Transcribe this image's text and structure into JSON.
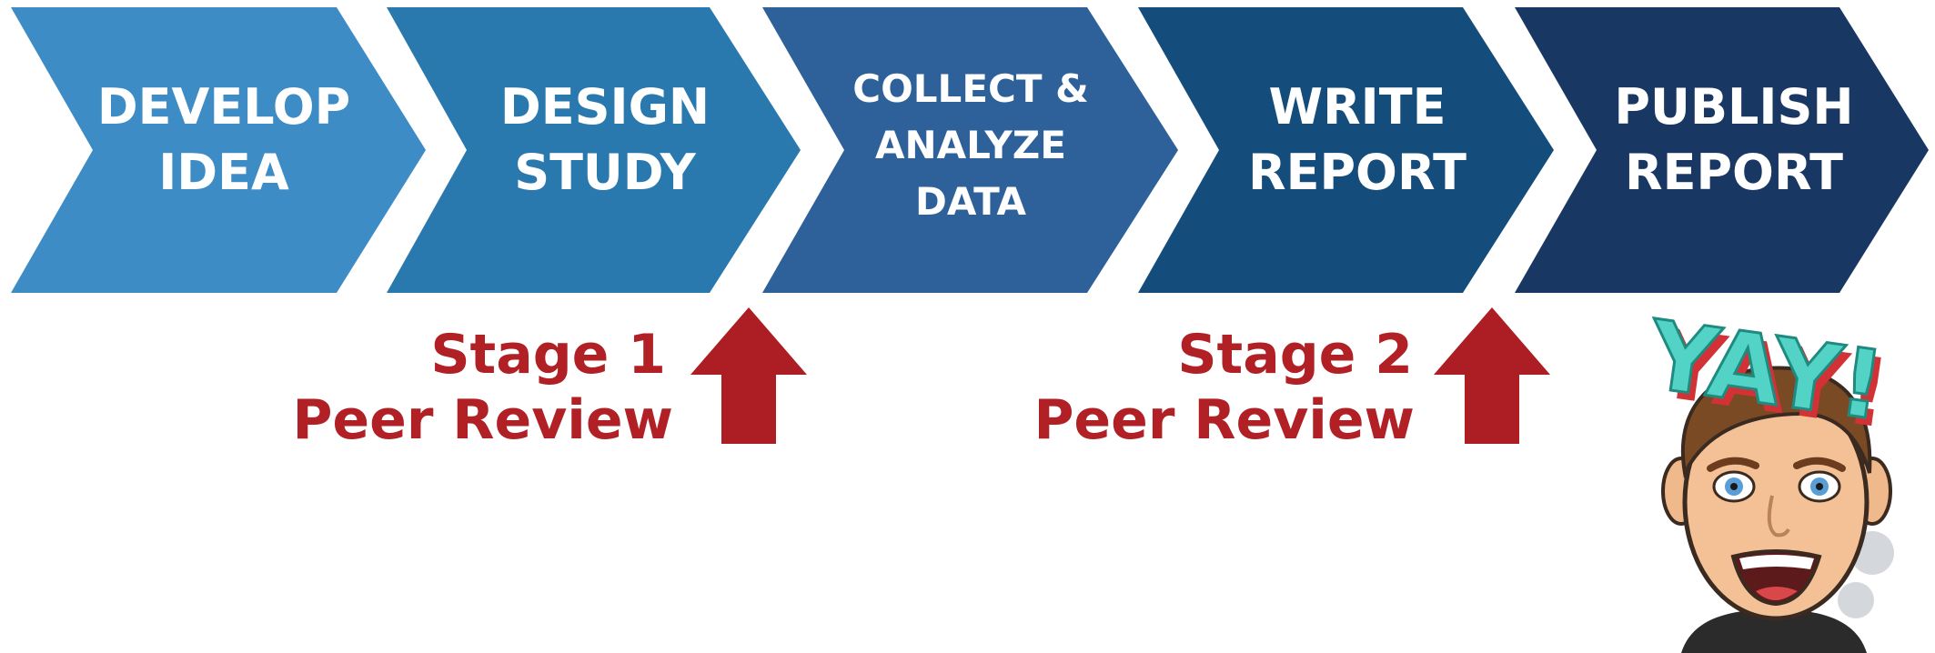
{
  "process": {
    "steps": [
      {
        "lines": [
          "DEVELOP",
          "IDEA"
        ],
        "color": "#3d8cc6"
      },
      {
        "lines": [
          "DESIGN",
          "STUDY"
        ],
        "color": "#2a79ae"
      },
      {
        "lines": [
          "COLLECT &",
          "ANALYZE",
          "DATA"
        ],
        "color": "#2e6199"
      },
      {
        "lines": [
          "WRITE",
          "REPORT"
        ],
        "color": "#144c7b"
      },
      {
        "lines": [
          "PUBLISH",
          "REPORT"
        ],
        "color": "#193763"
      }
    ]
  },
  "reviews": [
    {
      "line1": "Stage 1",
      "line2": "Peer Review"
    },
    {
      "line1": "Stage 2",
      "line2": "Peer Review"
    }
  ],
  "colors": {
    "review": "#b02025",
    "arrow": "#ad1e24",
    "text": "#ffffff"
  },
  "celebration": {
    "text": "YAY!",
    "icon": "avatar"
  }
}
